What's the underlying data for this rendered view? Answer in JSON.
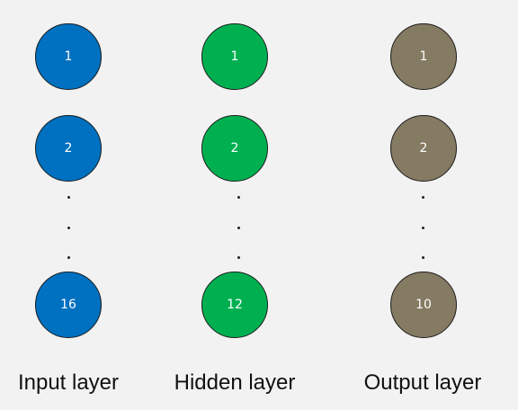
{
  "colors": {
    "background": "#f2f2f2",
    "input": "#0070c0",
    "hidden": "#00b050",
    "output": "#857a62",
    "outline": "#1c1c1c"
  },
  "layers": [
    {
      "key": "input",
      "label": "Input layer",
      "nodes": [
        "1",
        "2",
        "16"
      ]
    },
    {
      "key": "hidden",
      "label": "Hidden layer",
      "nodes": [
        "1",
        "2",
        "12"
      ]
    },
    {
      "key": "output",
      "label": "Output layer",
      "nodes": [
        "1",
        "2",
        "10"
      ]
    }
  ]
}
